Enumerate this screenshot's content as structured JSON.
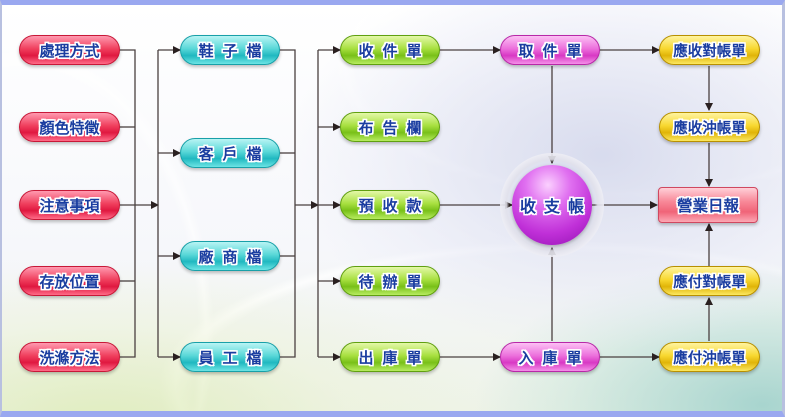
{
  "diagram": {
    "title": "",
    "colors": {
      "frame": "#9aa8f0",
      "connector": "#3a3030",
      "text": "#1a3da0",
      "attribute_nodes": "#e01840",
      "master_files": "#20b8c0",
      "documents": "#78c018",
      "transactions": "#d838c4",
      "hub": "#c030d8",
      "ledger_nodes": "#e0b408",
      "report": "#f06478"
    },
    "columns": {
      "attributes": [
        {
          "id": "a1",
          "label": "處理方式"
        },
        {
          "id": "a2",
          "label": "顏色特徵"
        },
        {
          "id": "a3",
          "label": "注意事項"
        },
        {
          "id": "a4",
          "label": "存放位置"
        },
        {
          "id": "a5",
          "label": "洗滌方法"
        }
      ],
      "master_files": [
        {
          "id": "m1",
          "label": "鞋子檔"
        },
        {
          "id": "m2",
          "label": "客戶檔"
        },
        {
          "id": "m3",
          "label": "廠商檔"
        },
        {
          "id": "m4",
          "label": "員工檔"
        }
      ],
      "documents": [
        {
          "id": "d1",
          "label": "收件單"
        },
        {
          "id": "d2",
          "label": "布告欄"
        },
        {
          "id": "d3",
          "label": "預收款"
        },
        {
          "id": "d4",
          "label": "待辦單"
        },
        {
          "id": "d5",
          "label": "出庫單"
        }
      ],
      "transactions": [
        {
          "id": "t1",
          "label": "取件單"
        },
        {
          "id": "t2",
          "label": "入庫單"
        }
      ],
      "hub": {
        "id": "h1",
        "label": "收支帳"
      },
      "ledgers": [
        {
          "id": "l1",
          "label": "應收對帳單"
        },
        {
          "id": "l2",
          "label": "應收沖帳單"
        },
        {
          "id": "l3",
          "label": "應付對帳單"
        },
        {
          "id": "l4",
          "label": "應付沖帳單"
        }
      ],
      "report": {
        "id": "r1",
        "label": "營業日報"
      }
    },
    "edges": [
      {
        "from": "attributes",
        "to": "master_files"
      },
      {
        "from": "master_files",
        "to": "documents"
      },
      {
        "from": "d1",
        "to": "t1"
      },
      {
        "from": "d3",
        "to": "h1"
      },
      {
        "from": "d5",
        "to": "t2"
      },
      {
        "from": "t1",
        "to": "h1"
      },
      {
        "from": "t2",
        "to": "h1"
      },
      {
        "from": "t1",
        "to": "l1"
      },
      {
        "from": "l1",
        "to": "l2"
      },
      {
        "from": "l2",
        "to": "r1"
      },
      {
        "from": "h1",
        "to": "r1"
      },
      {
        "from": "t2",
        "to": "l4"
      },
      {
        "from": "l4",
        "to": "l3"
      },
      {
        "from": "l3",
        "to": "r1"
      }
    ]
  }
}
